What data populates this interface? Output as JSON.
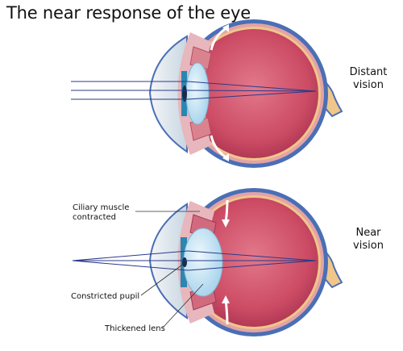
{
  "title": "The near response of the eye",
  "distant": {
    "line1": "Distant",
    "line2": "vision"
  },
  "near": {
    "line1": "Near",
    "line2": "vision"
  },
  "callouts": {
    "ciliary_line1": "Ciliary muscle",
    "ciliary_line2": "contracted",
    "pupil": "Constricted pupil",
    "lens": "Thickened lens"
  },
  "colors": {
    "sclera": "#4a6fb5",
    "choroid": "#e3a3a6",
    "vitreous": "#c84a63",
    "cornea": "#dde6ee",
    "lens": "#bfe1f2",
    "iris": "#2b86b0",
    "ray": "#2b3a8a",
    "nerve": "#f1c68a",
    "arrow": "#ffffff"
  }
}
